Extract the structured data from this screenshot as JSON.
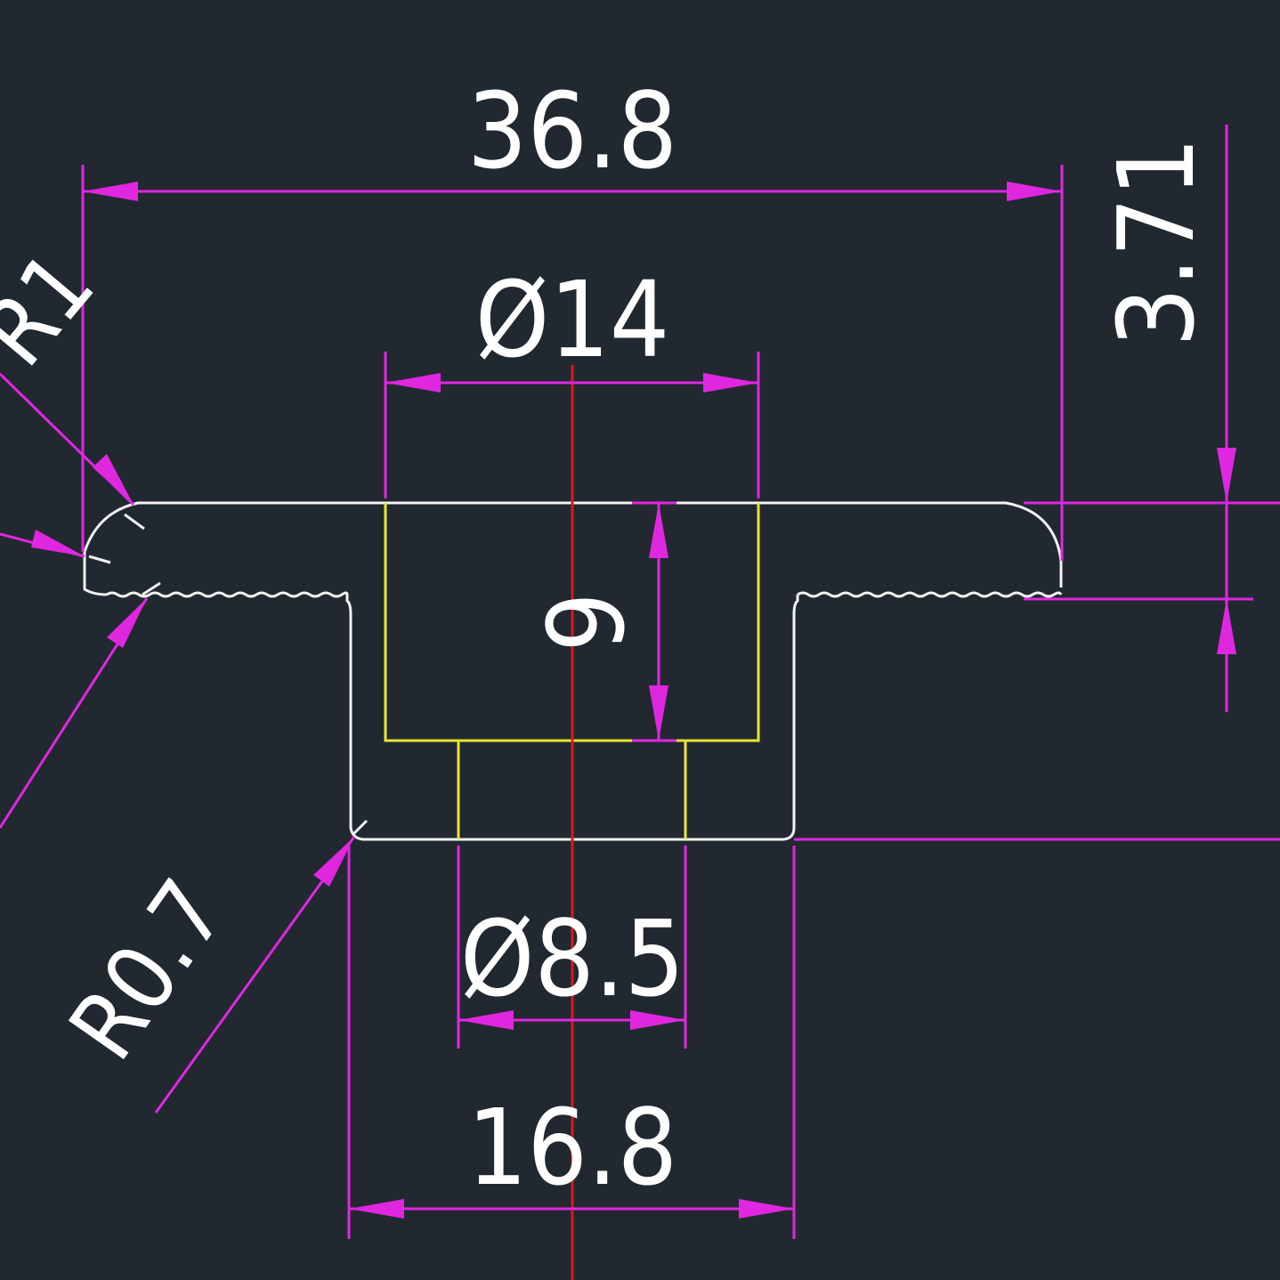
{
  "drawing": {
    "colors": {
      "background": "#212830",
      "outline": "#f2f2f2",
      "pocket": "#e6e62e",
      "dimension": "#e027e0",
      "centerline": "#d81a1a",
      "text": "#ffffff"
    },
    "dimensions": {
      "overall_width": "36.8",
      "pocket_diameter": "Ø14",
      "pocket_depth": "9",
      "flange_thickness": "3.71",
      "hole_diameter": "Ø8.5",
      "stem_width": "16.8",
      "radius_large": "R1",
      "radius_small": "R0.7",
      "radius_partial": ".7"
    }
  }
}
